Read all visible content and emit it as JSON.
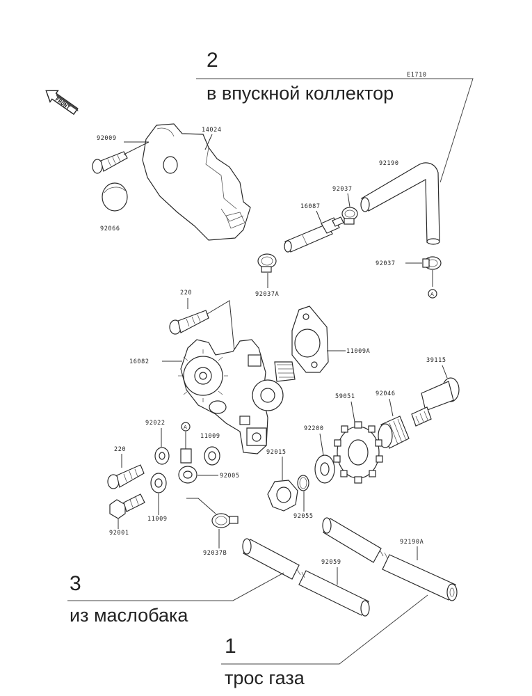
{
  "diagram_code": "E1710",
  "front_label": "FRONT",
  "ref_marker": "A",
  "part_labels": {
    "p92009": "92009",
    "p14024": "14024",
    "p92066": "92066",
    "p92190": "92190",
    "p92037_top": "92037",
    "p16087": "16087",
    "p92037_right": "92037",
    "p92037A": "92037A",
    "p220_top": "220",
    "p16082": "16082",
    "p11009A": "11009A",
    "p39115": "39115",
    "p92022": "92022",
    "p11009_mid": "11009",
    "p59051": "59051",
    "p92046": "92046",
    "p92200": "92200",
    "p220_bottom": "220",
    "p92015": "92015",
    "p92005": "92005",
    "p11009_bottom": "11009",
    "p92055": "92055",
    "p92001": "92001",
    "p92037B": "92037B",
    "p92059": "92059",
    "p92190A": "92190A"
  },
  "callouts": [
    {
      "number": "2",
      "text": "в впускной коллектор"
    },
    {
      "number": "3",
      "text": "из маслобака"
    },
    {
      "number": "1",
      "text": "трос газа"
    }
  ]
}
